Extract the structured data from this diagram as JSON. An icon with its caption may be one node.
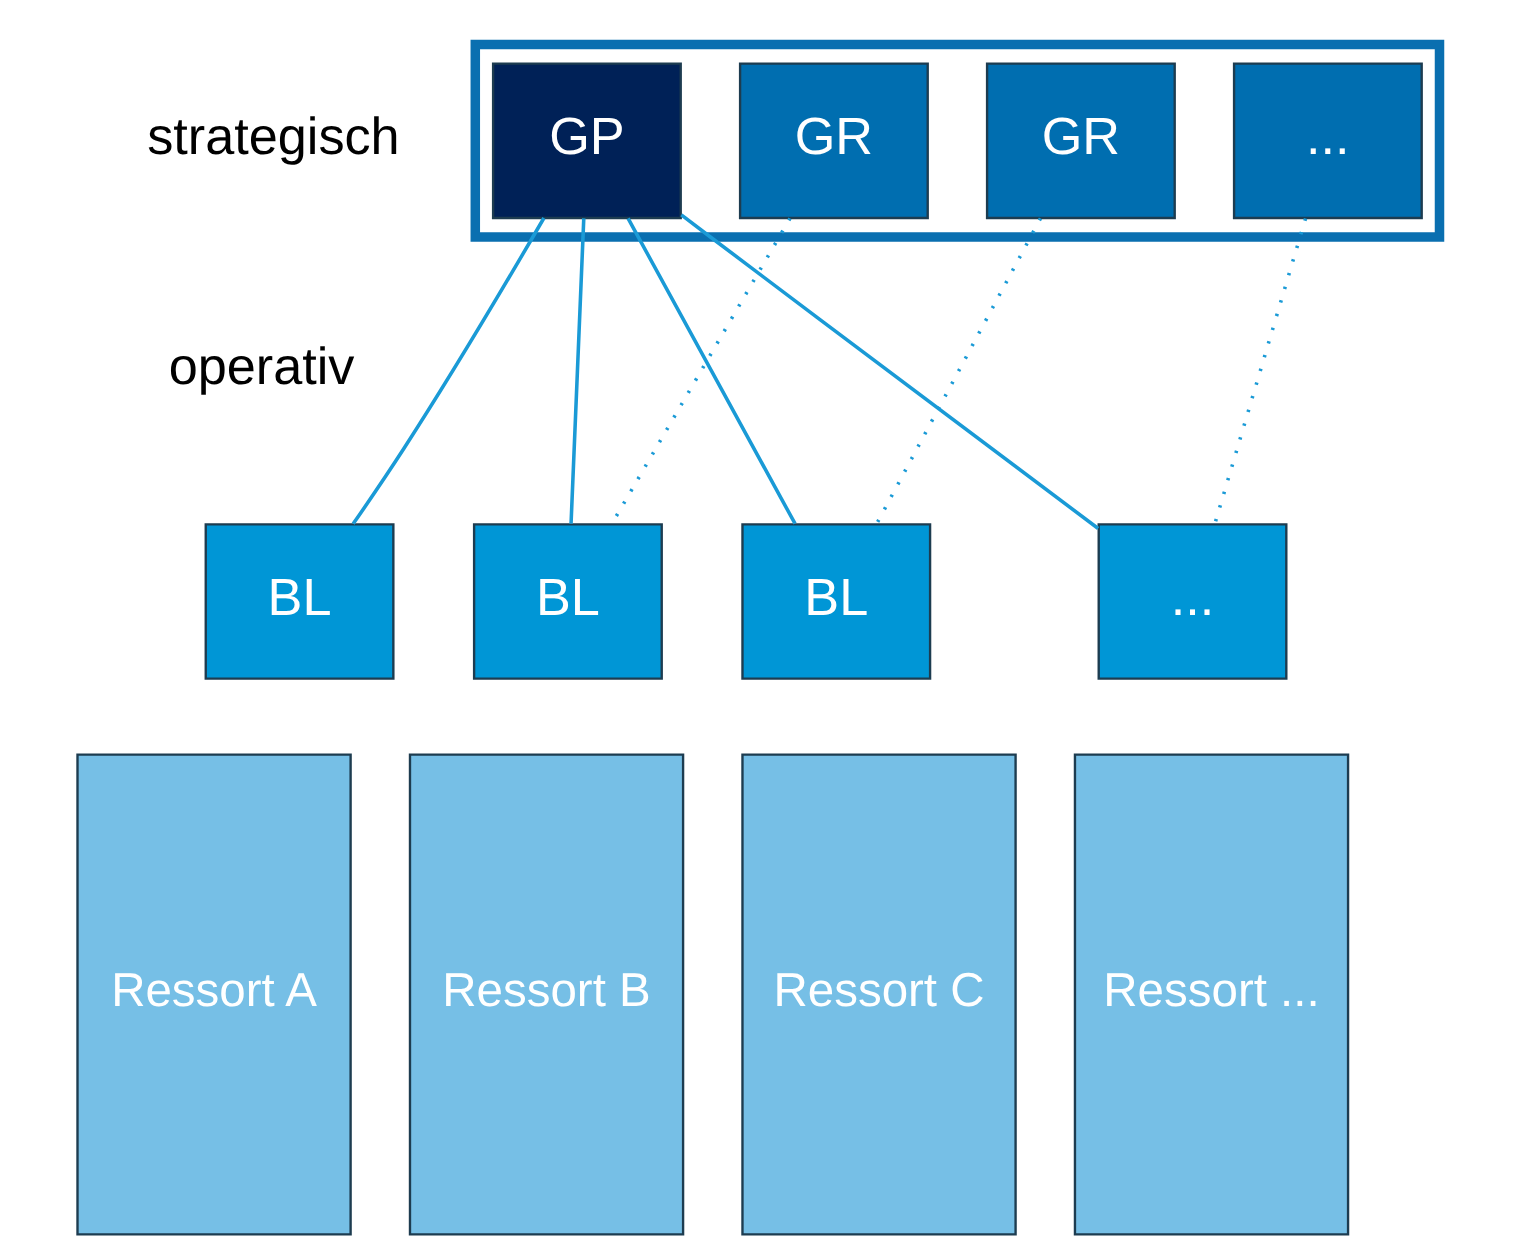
{
  "diagram": {
    "nodes": [
      {
        "text": [],
        "shape": "box"
      },
      {
        "text": [
          "GP"
        ],
        "in": 0
      },
      {
        "text": [
          "GR"
        ],
        "in": 0
      },
      {
        "text": [
          "GR"
        ],
        "in": 0
      },
      {
        "text": [
          "..."
        ],
        "in": 0
      },
      {
        "text": [
          "BL"
        ]
      },
      {
        "text": [
          "BL"
        ]
      },
      {
        "text": [
          "BL"
        ]
      },
      {
        "text": [
          "..."
        ]
      },
      {
        "text": [
          "Ressort A"
        ]
      },
      {
        "text": [
          "Ressort B"
        ]
      },
      {
        "text": [
          "Ressort C"
        ]
      },
      {
        "text": [
          "Ressort ..."
        ]
      }
    ],
    "edges": [
      {
        "from": 1,
        "to": 5,
        "arrow": "none"
      },
      {
        "from": 1,
        "to": 6,
        "arrow": "none"
      },
      {
        "from": 1,
        "to": 7,
        "arrow": "none"
      },
      {
        "from": 1,
        "to": 8,
        "arrow": "none"
      },
      {
        "from": 2,
        "to": 6,
        "arrow": "none",
        "style": "dashed"
      },
      {
        "from": 3,
        "to": 7,
        "arrow": "none",
        "style": "dashed"
      },
      {
        "from": 4,
        "to": 8,
        "arrow": "none",
        "style": "dashed"
      }
    ],
    "labels": [
      "strategisch",
      "operativ"
    ]
  }
}
